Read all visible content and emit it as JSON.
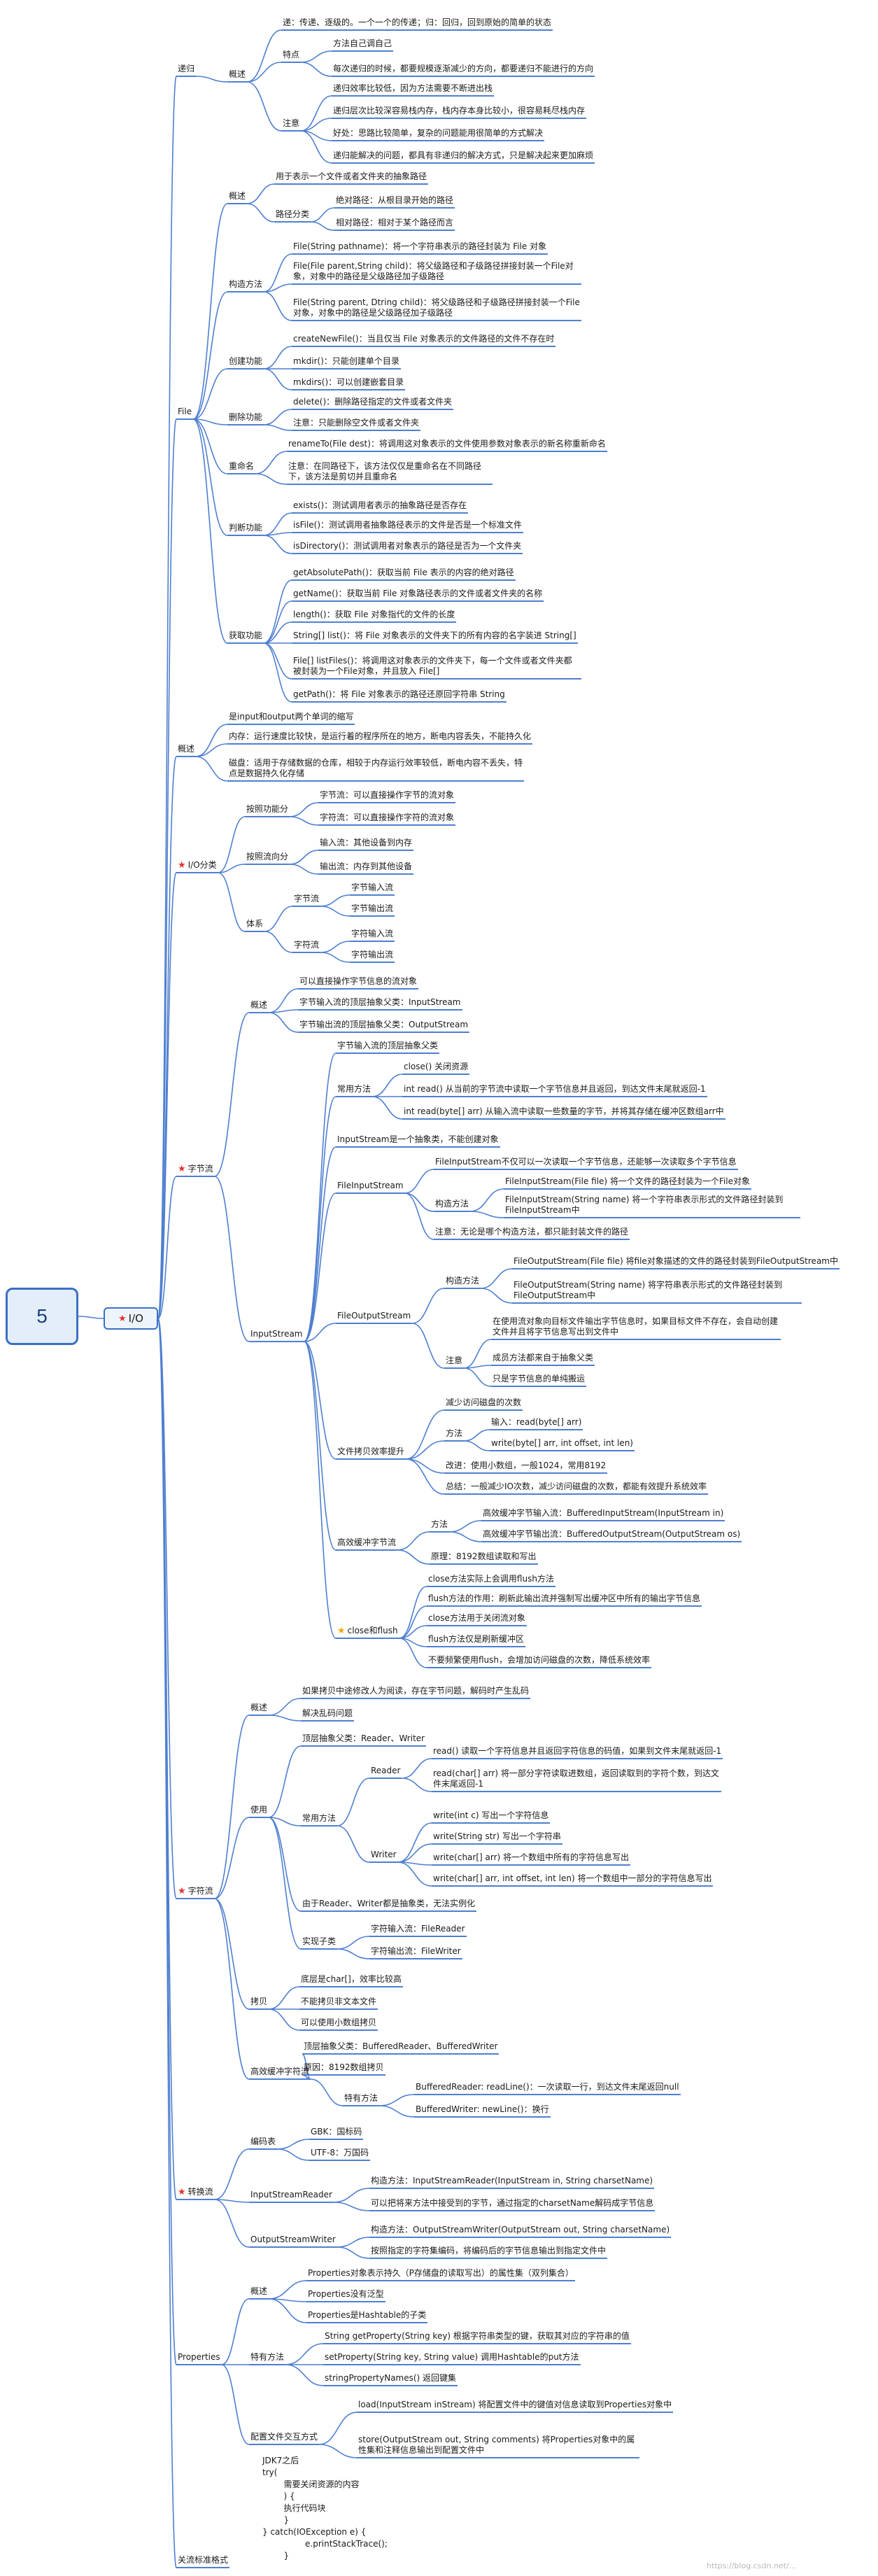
{
  "root": "5",
  "io": "I/O",
  "n": [
    "递归",
    "概述",
    "递：传递、逐级的。一个一个的传递；归：回归，回到原始的简单的状态",
    "特点",
    "方法自己调自己",
    "每次递归的时候，都要规模逐渐减少的方向，都要递归不能进行的方向",
    "注意",
    "递归效率比较低，因为方法需要不断进出栈",
    "递归层次比较深容易栈内存，栈内存本身比较小，很容易耗尽栈内存",
    "好处：思路比较简单，复杂的问题能用很简单的方式解决",
    "递归能解决的问题，都具有非递归的解决方式，只是解决起来更加麻烦",
    "File",
    "概述",
    "用于表示一个文件或者文件夹的抽象路径",
    "路径分类",
    "绝对路径：从根目录开始的路径",
    "相对路径：相对于某个路径而言",
    "构造方法",
    "File(String pathname)：将一个字符串表示的路径封装为 File 对象",
    "File(File parent,String child)：将父级路径和子级路径拼接封装一个File对象，对象中的路径是父级路径加子级路径",
    "File(String parent, Dtring child)：将父级路径和子级路径拼接封装一个File对象，对象中的路径是父级路径加子级路径",
    "创建功能",
    "createNewFile()：当且仅当 File 对象表示的文件路径的文件不存在时",
    "mkdir()：只能创建单个目录",
    "mkdirs()：可以创建嵌套目录",
    "删除功能",
    "delete()：删除路径指定的文件或者文件夹",
    "注意：只能删除空文件或者文件夹",
    "重命名",
    "renameTo(File dest)：将调用这对象表示的文件使用参数对象表示的新名称重新命名",
    "注意：在同路径下，该方法仅仅是重命名在不同路径下，该方法是剪切并且重命名",
    "判断功能",
    "exists()：测试调用者表示的抽象路径是否存在",
    "isFile()：测试调用者抽象路径表示的文件是否是一个标准文件",
    "isDirectory()：测试调用者对象表示的路径是否为一个文件夹",
    "获取功能",
    "getAbsolutePath()：获取当前 File 表示的内容的绝对路径",
    "getName()：获取当前 File 对象路径表示的文件或者文件夹的名称",
    "length()：获取 File 对象指代的文件的长度",
    "String[] list()：将 File 对象表示的文件夹下的所有内容的名字装进 String[]",
    "File[] listFiles()：将调用这对象表示的文件夹下，每一个文件或者文件夹都被封装为一个File对象，并且放入 File[]",
    "getPath()：将 File 对象表示的路径还原回字符串 String",
    "概述",
    "是input和output两个单词的缩写",
    "内存：运行速度比较快，是运行着的程序所在的地方，断电内容丢失，不能持久化",
    "磁盘：适用于存储数据的仓库，相较于内存运行效率较低，断电内容不丢失，特点是数据持久化存储",
    "I/O分类",
    "按照功能分",
    "字节流：可以直接操作字节的流对象",
    "字符流：可以直接操作字符的流对象",
    "按照流向分",
    "输入流：其他设备到内存",
    "输出流：内存到其他设备",
    "体系",
    "字节流",
    "字节输入流",
    "字节输出流",
    "字符流",
    "字符输入流",
    "字符输出流",
    "字节流",
    "概述",
    "可以直接操作字节信息的流对象",
    "字节输入流的顶层抽象父类：InputStream",
    "字节输出流的顶层抽象父类：OutputStream",
    "InputStream",
    "字节输入流的顶层抽象父类",
    "常用方法",
    "close() 关闭资源",
    "int read() 从当前的字节流中读取一个字节信息并且返回，到达文件末尾就返回-1",
    "int read(byte[] arr) 从输入流中读取一些数量的字节，并将其存储在缓冲区数组arr中",
    "InputStream是一个抽象类，不能创建对象",
    "FileInputStream",
    "FileInputStream不仅可以一次读取一个字节信息，还能够一次读取多个字节信息",
    "构造方法",
    "FileInputStream(File file) 将一个文件的路径封装为一个File对象",
    "FileInputStream(String name) 将一个字符串表示形式的文件路径封装到FileInputStream中",
    "注意：无论是哪个构造方法，都只能封装文件的路径",
    "FileOutputStream",
    "构造方法",
    "FileOutputStream(File file) 将file对象描述的文件的路径封装到FileOutputStream中",
    "FileOutputStream(String name) 将字符串表示形式的文件路径封装到FileOutputStream中",
    "注意",
    "在使用流对象向目标文件输出字节信息时，如果目标文件不存在，会自动创建文件并且将字节信息写出到文件中",
    "成员方法都来自于抽象父类",
    "只是字节信息的单纯搬运",
    "文件拷贝效率提升",
    "减少访问磁盘的次数",
    "方法",
    "输入：read(byte[] arr)",
    "write(byte[] arr, int offset, int len)",
    "改进：使用小数组，一般1024，常用8192",
    "总结：一般减少IO次数，减少访问磁盘的次数，都能有效提升系统效率",
    "高效缓冲字节流",
    "方法",
    "高效缓冲字节输入流：BufferedInputStream(InputStream in)",
    "高效缓冲字节输出流：BufferedOutputStream(OutputStream os)",
    "原理：8192数组读取和写出",
    "close和flush",
    "close方法实际上会调用flush方法",
    "flush方法的作用：刷新此输出流并强制写出缓冲区中所有的输出字节信息",
    "close方法用于关闭流对象",
    "flush方法仅是刷新缓冲区",
    "不要频繁使用flush，会增加访问磁盘的次数，降低系统效率",
    "字符流",
    "概述",
    "如果拷贝中途修改人为阅读，存在字节问题，解码时产生乱码",
    "解决乱码问题",
    "使用",
    "顶层抽象父类：Reader、Writer",
    "常用方法",
    "Reader",
    "read() 读取一个字符信息并且返回字符信息的码值，如果到文件末尾就返回-1",
    "read(char[] arr) 将一部分字符读取进数组，返回读取到的字符个数，到达文件末尾返回-1",
    "Writer",
    "write(int c) 写出一个字符信息",
    "write(String str) 写出一个字符串",
    "write(char[] arr) 将一个数组中所有的字符信息写出",
    "write(char[] arr, int offset, int len) 将一个数组中一部分的字符信息写出",
    "由于Reader、Writer都是抽象类，无法实例化",
    "实现子类",
    "字符输入流：FileReader",
    "字符输出流：FileWriter",
    "拷贝",
    "底层是char[]，效率比较高",
    "不能拷贝非文本文件",
    "可以使用小数组拷贝",
    "高效缓冲字符流",
    "顶层抽象父类：BufferedReader、BufferedWriter",
    "原因：8192数组拷贝",
    "特有方法",
    "BufferedReader: readLine()：一次读取一行，到达文件末尾返回null",
    "BufferedWriter: newLine()：换行",
    "转换流",
    "编码表",
    "GBK：国标码",
    "UTF-8：万国码",
    "InputStreamReader",
    "构造方法：InputStreamReader(InputStream in, String charsetName)",
    "可以把将来方法中接受到的字节，通过指定的charsetName解码成字节信息",
    "OutputStreamWriter",
    "构造方法：OutputStreamWriter(OutputStream out, String charsetName)",
    "按照指定的字符集编码，将编码后的字节信息输出到指定文件中",
    "Properties",
    "概述",
    "Properties对象表示持久（P存储盘的读取写出）的属性集（双列集合）",
    "Properties没有泛型",
    "Properties是Hashtable的子类",
    "特有方法",
    "String getProperty(String key) 根据字符串类型的键，获取其对应的字符串的值",
    "setProperty(String key, String value) 调用Hashtable的put方法",
    "stringPropertyNames() 返回键集",
    "配置文件交互方式",
    "load(InputStream inStream) 将配置文件中的键值对信息读取到Properties对象中",
    "store(OutputStream out, String comments) 将Properties对象中的属性集和注释信息输出到配置文件中",
    "关流标准格式"
  ],
  "code": "JDK7之后\ntry(\n        需要关闭资源的内容\n        ) {\n        执行代码块\n        }\n} catch(IOException e) {\n                e.printStackTrace();\n        }",
  "watermark": "https://blog.csdn.net/..."
}
